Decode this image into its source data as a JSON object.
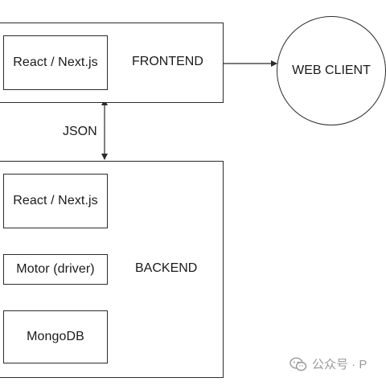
{
  "frontend": {
    "title": "FRONTEND",
    "component": "React / Next.js"
  },
  "web_client": {
    "label": "WEB CLIENT"
  },
  "connector": {
    "label": "JSON"
  },
  "backend": {
    "title": "BACKEND",
    "components": [
      "React / Next.js",
      "Motor (driver)",
      "MongoDB"
    ]
  },
  "watermark": {
    "text": "公众号 · P",
    "icon": "wechat-icon",
    "color": "#9a9a9a"
  },
  "colors": {
    "line": "#2b2b2b",
    "background": "#ffffff"
  }
}
